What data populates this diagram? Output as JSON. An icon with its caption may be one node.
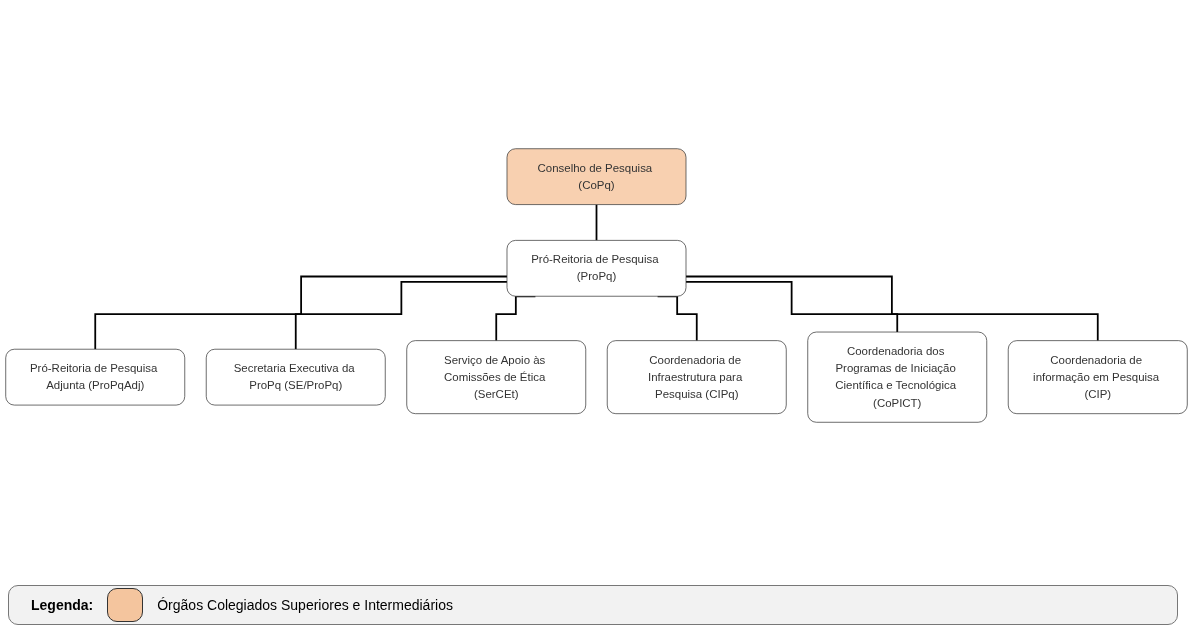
{
  "diagram": {
    "nodes": [
      {
        "text": [
          "Conselho de Pesquisa (CoPq)"
        ]
      },
      {
        "text": [
          "Pró-Reitoria de Pesquisa (ProPq)"
        ]
      },
      {
        "text": [
          "Pró-Reitoria de Pesquisa Adjunta (ProPqAdj)"
        ]
      },
      {
        "text": [
          "Secretaria Executiva da ProPq (SE/ProPq)"
        ]
      },
      {
        "text": [
          "Serviço de Apoio às Comissões de Ética (SerCEt)"
        ]
      },
      {
        "text": [
          "Coordenadoria de Infraestrutura para Pesquisa (CIPq)"
        ]
      },
      {
        "text": [
          "Coordenadoria dos Programas de Iniciação Científica e Tecnológica (CoPICT)"
        ]
      },
      {
        "text": [
          "Coordenadoria de informação em Pesquisa (CIP)"
        ]
      }
    ],
    "edges": [
      {
        "from": 0,
        "to": 1,
        "arrow": "none"
      },
      {
        "from": 1,
        "to": 2,
        "arrow": "none"
      },
      {
        "from": 1,
        "to": 3,
        "arrow": "none"
      },
      {
        "from": 1,
        "to": 4,
        "arrow": "none"
      },
      {
        "from": 1,
        "to": 5,
        "arrow": "none"
      },
      {
        "from": 1,
        "to": 6,
        "arrow": "none"
      },
      {
        "from": 1,
        "to": 7,
        "arrow": "none"
      }
    ],
    "labels": [
      "Legenda:"
    ],
    "legend": [
      {
        "text": "Órgãos Colegiados Superiores e Intermediários",
        "color": "#f4c59e"
      }
    ]
  }
}
